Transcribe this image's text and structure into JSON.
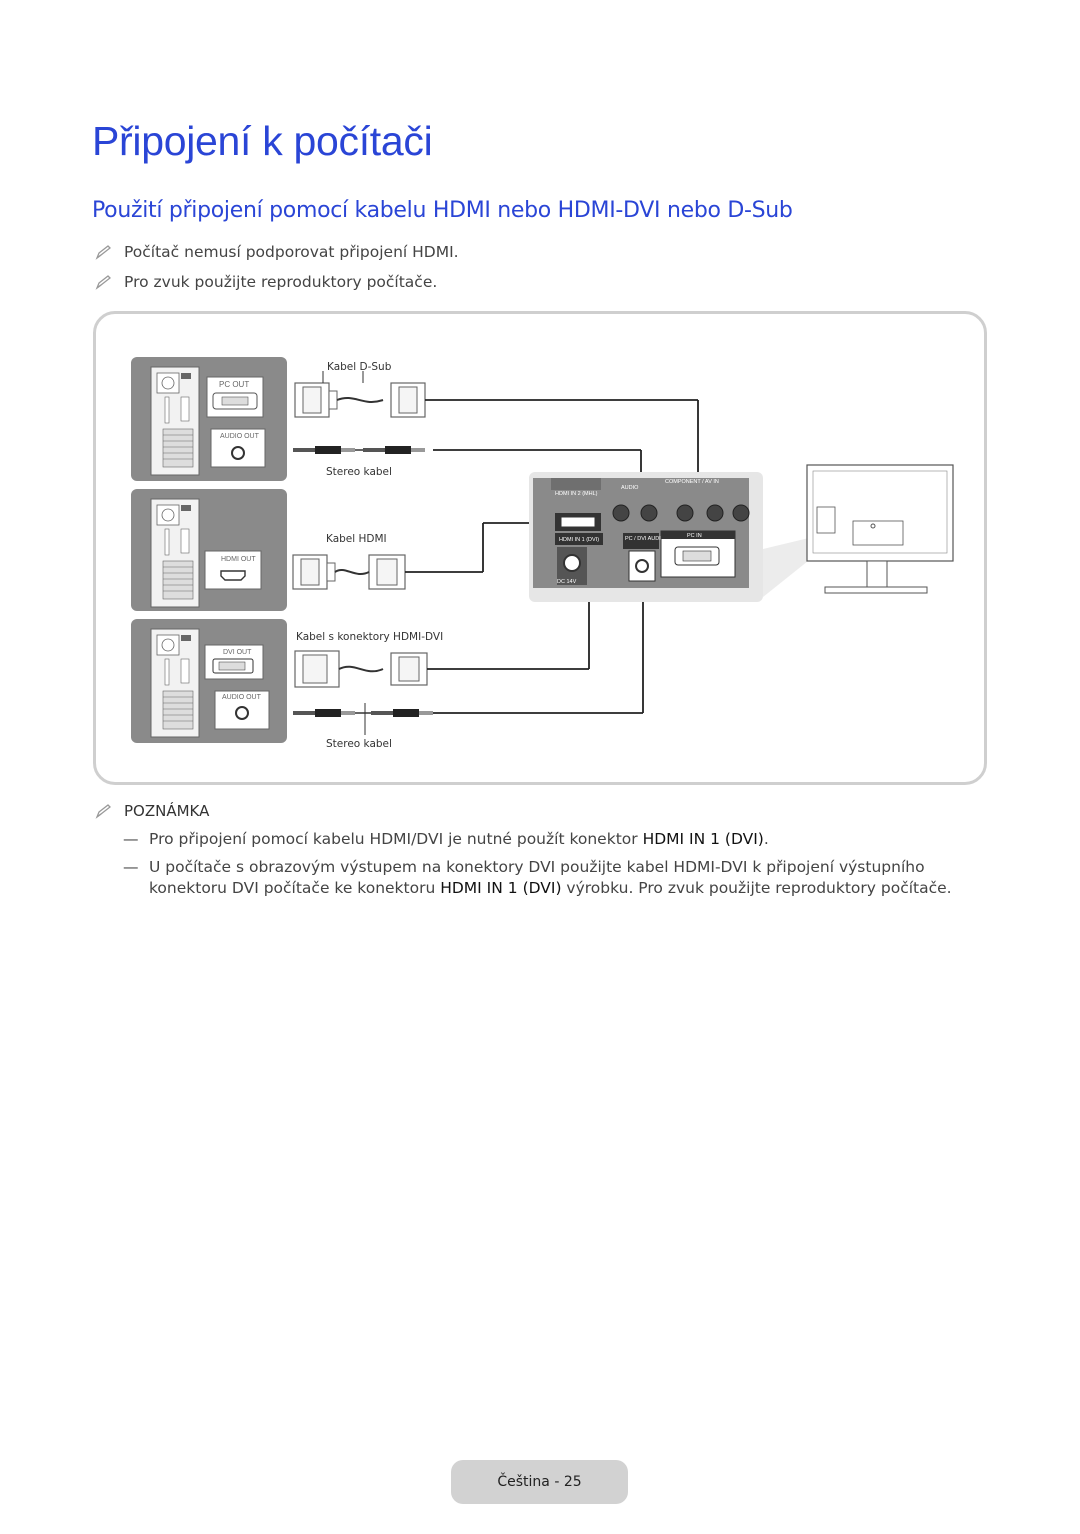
{
  "page": {
    "title": "Připojení k počítači",
    "subtitle": "Použití připojení pomocí kabelu HDMI nebo HDMI-DVI nebo D-Sub"
  },
  "notes": [
    "Počítač nemusí podporovat připojení HDMI.",
    "Pro zvuk použijte reproduktory počítače."
  ],
  "diagram": {
    "cable_labels": {
      "dsub": "Kabel D-Sub",
      "stereo_top": "Stereo kabel",
      "hdmi": "Kabel HDMI",
      "hdmi_dvi": "Kabel s konektory HDMI-DVI",
      "stereo_bottom": "Stereo kabel"
    },
    "pc_ports": {
      "pc_out": "PC OUT",
      "audio_out_1": "AUDIO OUT",
      "hdmi_out": "HDMI OUT",
      "dvi_out": "DVI OUT",
      "audio_out_2": "AUDIO OUT"
    },
    "tv_ports": {
      "hdmi_in_2": "HDMI IN 2 (MHL)",
      "hdmi_in_1": "HDMI IN 1 (DVI)",
      "pc_dvi_audio_in": "PC / DVI AUDIO IN",
      "pc_in": "PC IN",
      "dc": "DC 14V",
      "audio": "AUDIO",
      "component_av": "COMPONENT / AV IN"
    }
  },
  "note_section": {
    "heading": "POZNÁMKA",
    "items": [
      {
        "before": "Pro připojení pomocí kabelu HDMI/DVI je nutné použít konektor ",
        "strong": "HDMI IN 1 (DVI)",
        "after": "."
      },
      {
        "before": "U počítače s obrazovým výstupem na konektory DVI použijte kabel HDMI-DVI k připojení výstupního konektoru DVI počítače ke konektoru ",
        "strong": "HDMI IN 1 (DVI)",
        "after": " výrobku. Pro zvuk použijte reproduktory počítače."
      }
    ]
  },
  "footer": {
    "page_label": "Čeština - 25"
  },
  "colors": {
    "heading_blue": "#2a45d6",
    "panel_gray": "#8a8a8a",
    "frame_gray": "#cfcfcf"
  }
}
